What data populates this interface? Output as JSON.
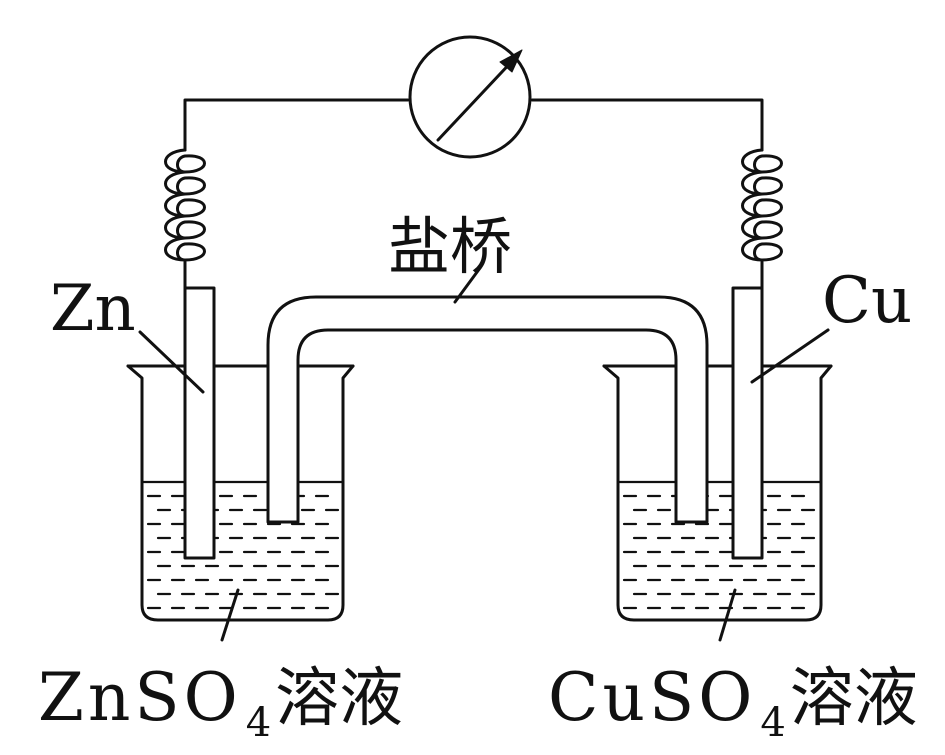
{
  "labels": {
    "salt_bridge": "盐桥",
    "zinc_electrode": "Zn",
    "copper_electrode": "Cu",
    "left_solution": {
      "formula_a": "ZnSO",
      "subscript": "4",
      "formula_b": "溶液"
    },
    "right_solution": {
      "formula_a": "CuSO",
      "subscript": "4",
      "formula_b": "溶液"
    }
  },
  "colors": {
    "line": "#111111",
    "background": "#ffffff"
  }
}
